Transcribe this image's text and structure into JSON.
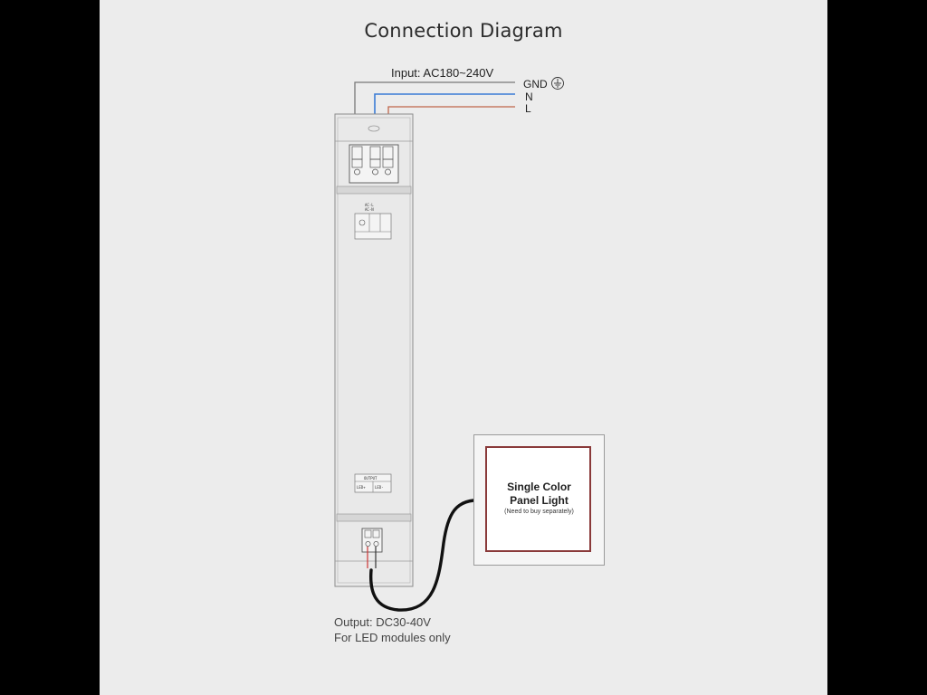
{
  "title": "Connection Diagram",
  "input": {
    "label": "Input: AC180~240V",
    "wires": {
      "gnd": "GND",
      "n": "N",
      "l": "L"
    }
  },
  "driver": {
    "ac_terminal_labels": [
      "AC-L",
      "AC-N"
    ],
    "output_box_title": "OUTPUT",
    "output_terminals": [
      "LED+",
      "LED-"
    ]
  },
  "panel": {
    "title_line1": "Single Color",
    "title_line2": "Panel Light",
    "note": "(Need to buy separately)"
  },
  "output": {
    "line1": "Output: DC30-40V",
    "line2": "For LED modules only"
  },
  "colors": {
    "background": "#ececec",
    "wire_gnd": "#777777",
    "wire_n": "#3a7bd5",
    "wire_l": "#c0654a",
    "output_cable": "#111111"
  }
}
